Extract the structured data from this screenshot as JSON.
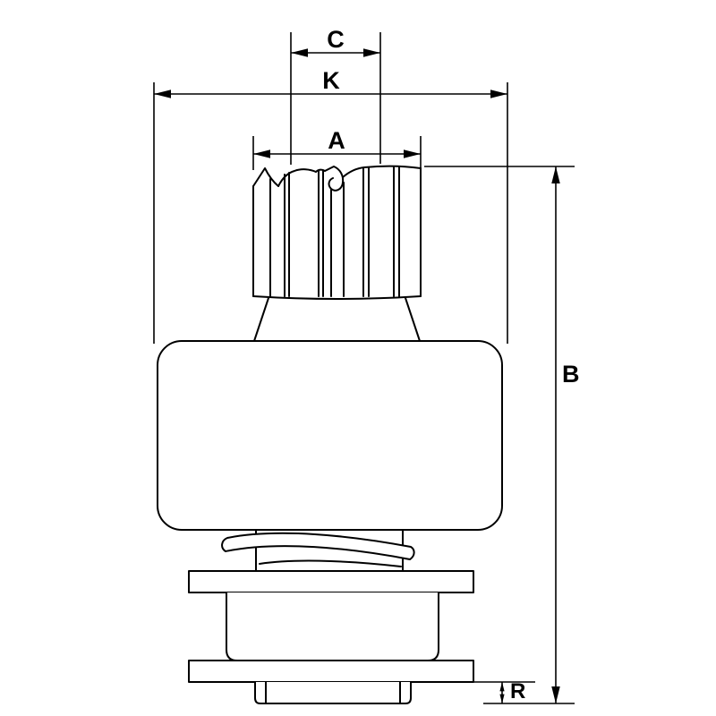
{
  "labels": {
    "c": "C",
    "k": "K",
    "a": "A",
    "b": "B",
    "r": "R"
  },
  "colors": {
    "background": "#ffffff",
    "line": "#000000"
  }
}
